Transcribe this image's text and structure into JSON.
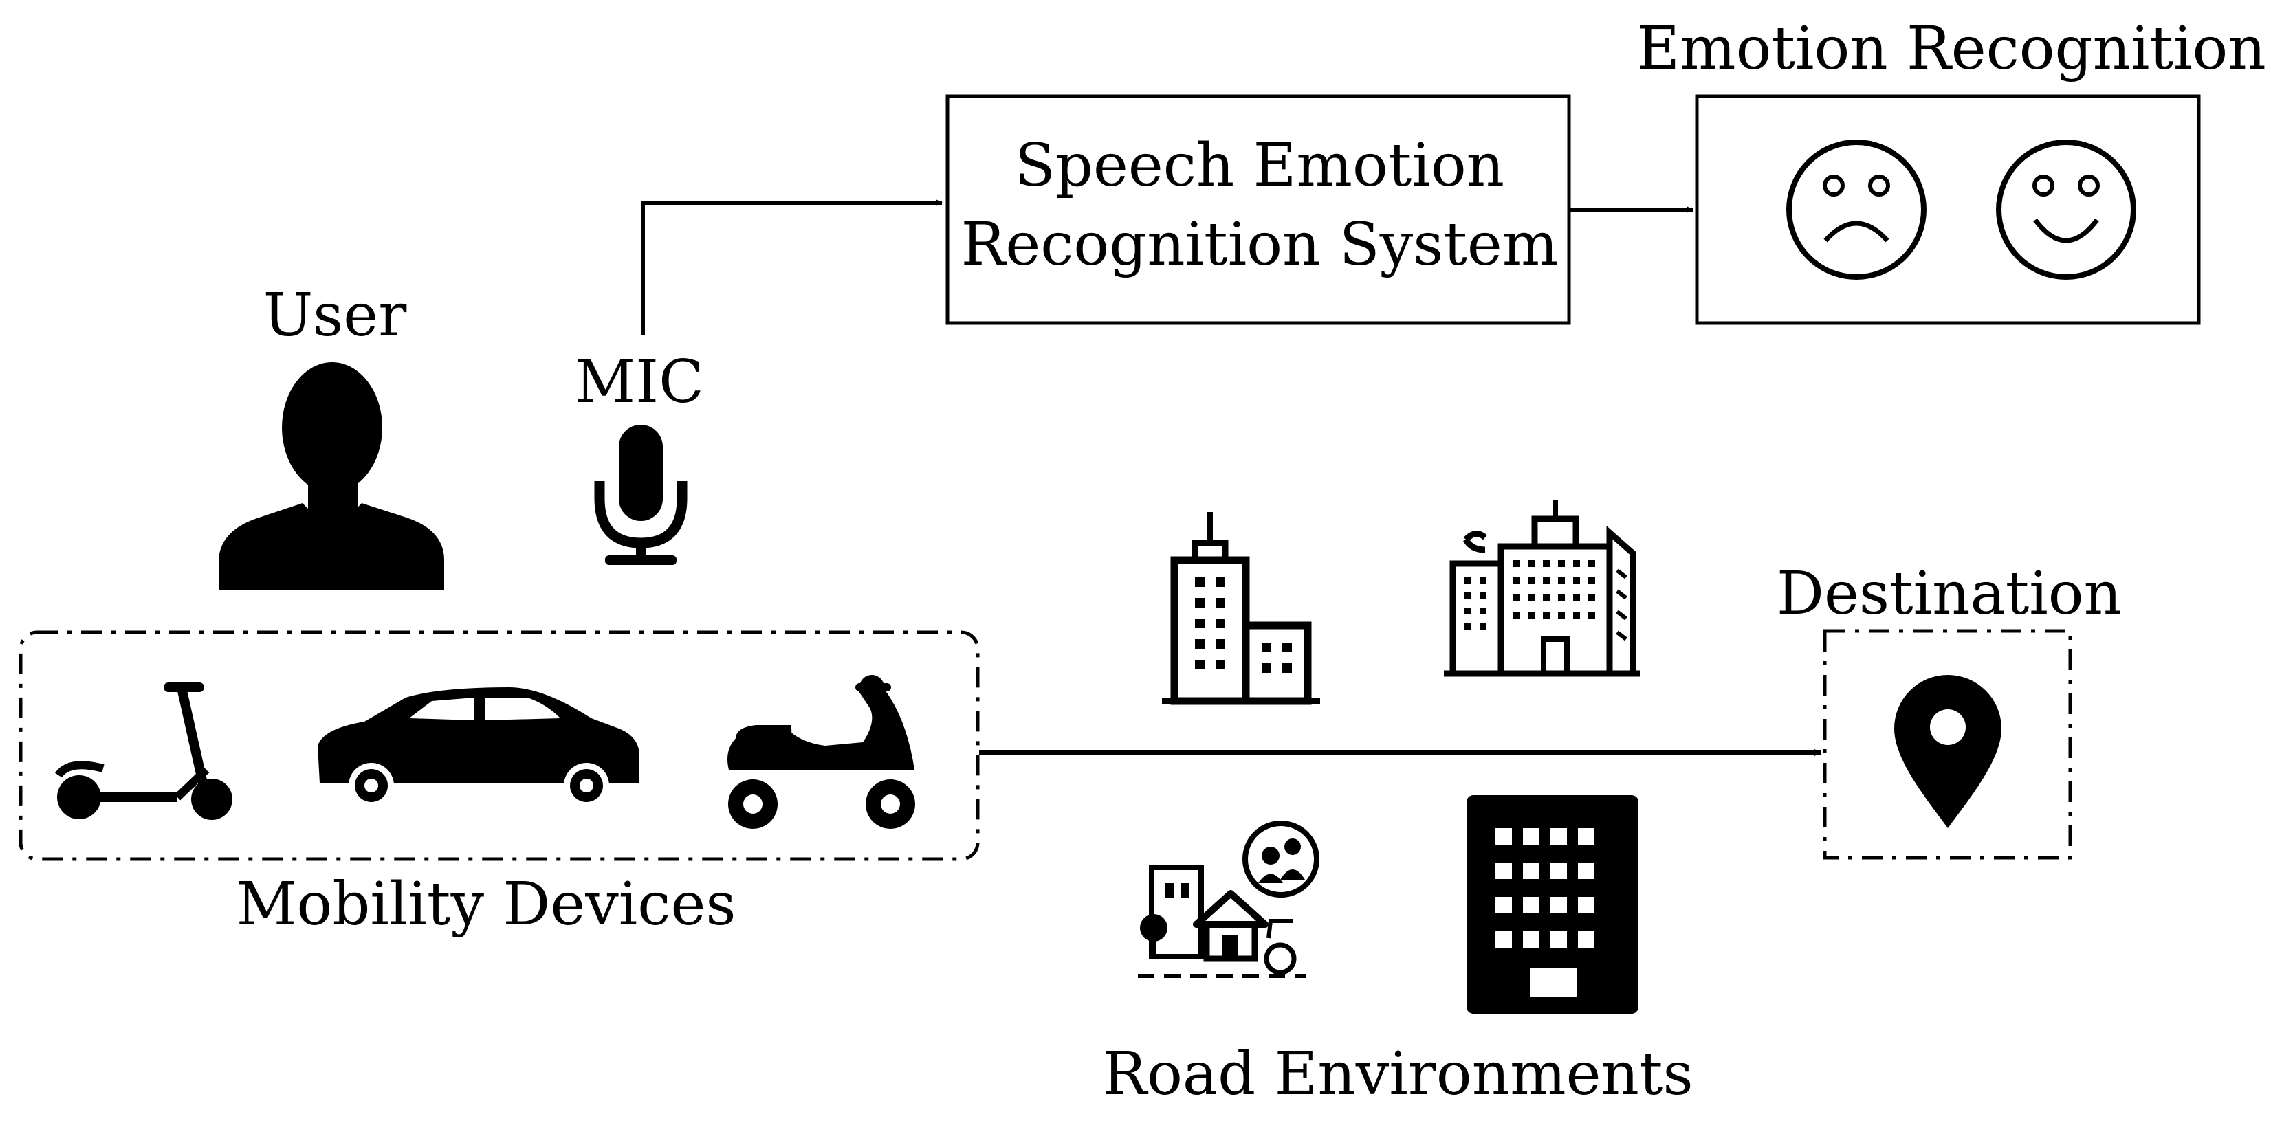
{
  "labels": {
    "emotion_recognition": "Emotion Recognition",
    "ser_line1": "Speech Emotion",
    "ser_line2": "Recognition System",
    "user": "User",
    "mic": "MIC",
    "destination": "Destination",
    "mobility_devices": "Mobility Devices",
    "road_environments": "Road Environments"
  },
  "icons": {
    "user": "user-silhouette-icon",
    "mic": "microphone-icon",
    "sad_face": "sad-face-icon",
    "happy_face": "happy-face-icon",
    "scooter": "kick-scooter-icon",
    "car": "car-icon",
    "moped": "moped-icon",
    "tower_building": "tower-building-icon",
    "office_building": "office-building-icon",
    "neighborhood": "neighborhood-icon",
    "solid_building": "solid-building-icon",
    "location_pin": "location-pin-icon"
  },
  "colors": {
    "ink": "#000000",
    "paper": "#ffffff"
  }
}
